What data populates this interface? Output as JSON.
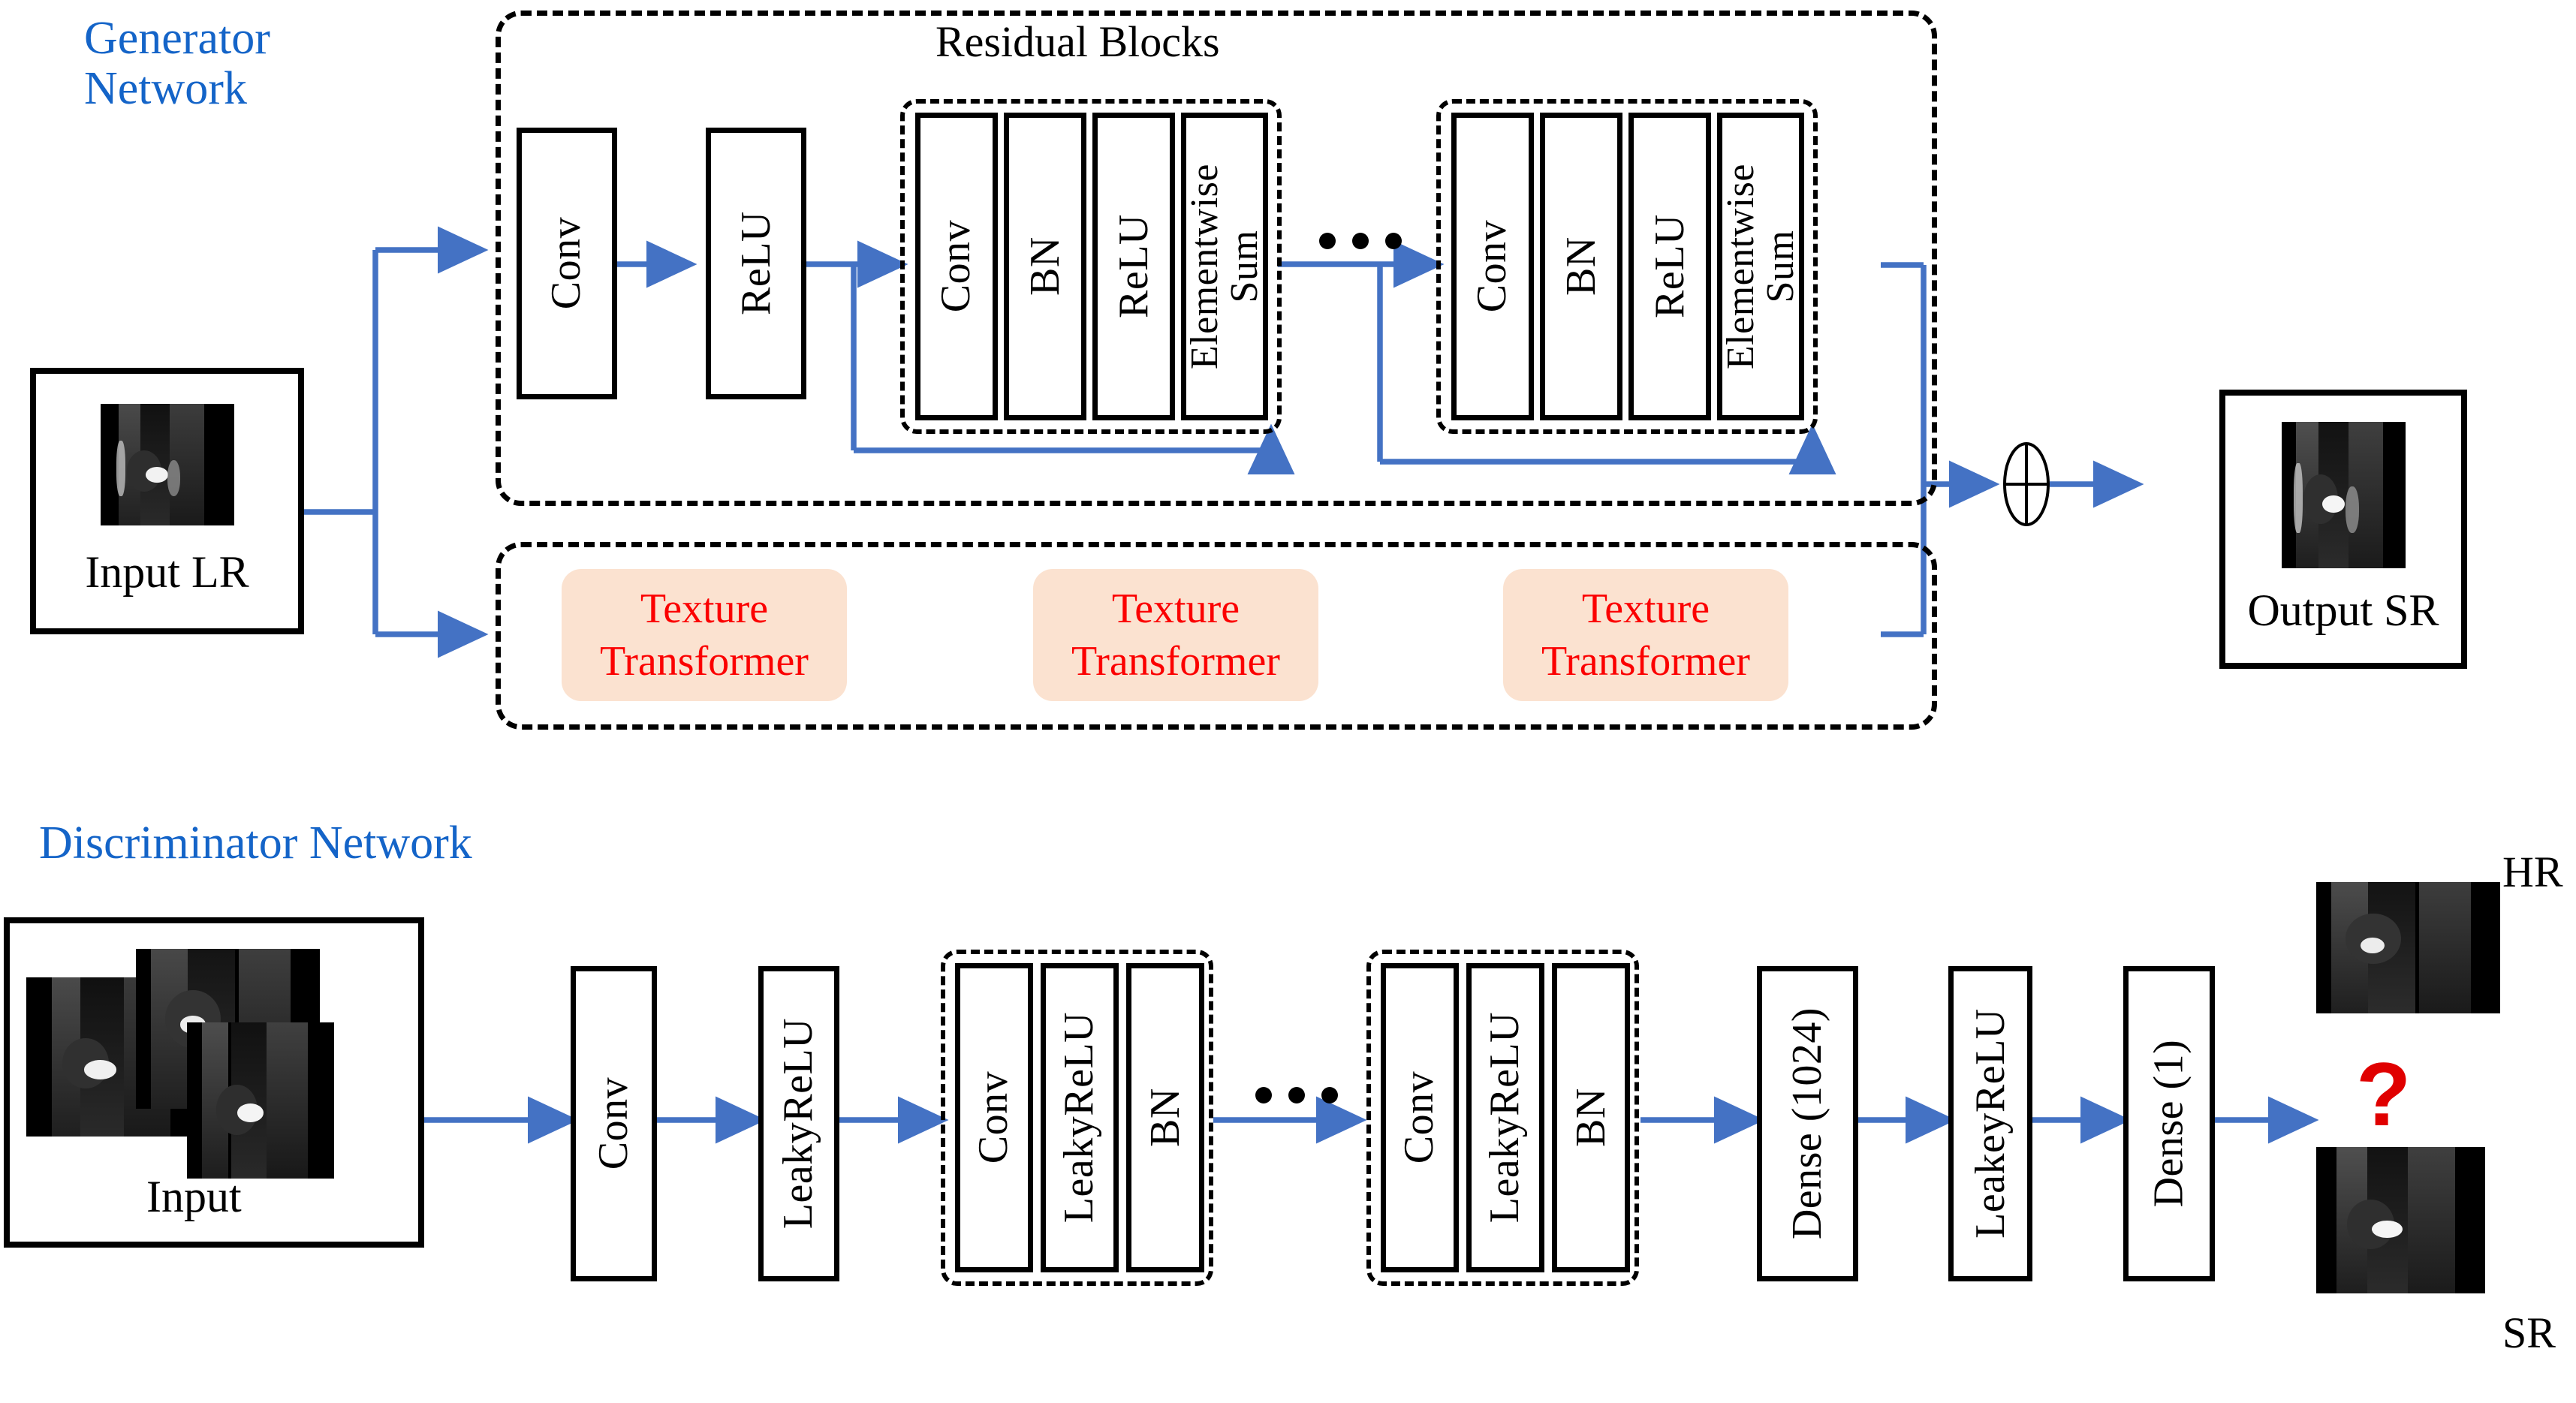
{
  "colors": {
    "accent_blue": "#4472c4",
    "title_blue": "#1464c8",
    "texture_red": "#fb0000",
    "texture_fill": "#fbe2d0",
    "question_red": "#e00000",
    "outline_black": "#000000"
  },
  "generator": {
    "title": "Generator\nNetwork",
    "residual_title": "Residual Blocks",
    "input": {
      "caption": "Input LR"
    },
    "output": {
      "caption": "Output SR"
    },
    "head_layers": [
      {
        "label": "Conv"
      },
      {
        "label": "ReLU"
      }
    ],
    "residual_blocks": [
      {
        "layers": [
          {
            "label": "Conv"
          },
          {
            "label": "BN"
          },
          {
            "label": "ReLU"
          },
          {
            "label": "Elementwise\nSum"
          }
        ]
      },
      {
        "layers": [
          {
            "label": "Conv"
          },
          {
            "label": "BN"
          },
          {
            "label": "ReLU"
          },
          {
            "label": "Elementwise\nSum"
          }
        ]
      }
    ],
    "residual_ellipsis": "•••",
    "texture_branch": [
      {
        "label": "Texture\nTransformer"
      },
      {
        "label": "Texture\nTransformer"
      },
      {
        "label": "Texture\nTransformer"
      }
    ],
    "sum_operator": "⊕"
  },
  "discriminator": {
    "title": "Discriminator Network",
    "input": {
      "caption": "Input"
    },
    "head_layers": [
      {
        "label": "Conv"
      },
      {
        "label": "LeakyReLU"
      }
    ],
    "conv_blocks": [
      {
        "layers": [
          {
            "label": "Conv"
          },
          {
            "label": "LeakyReLU"
          },
          {
            "label": "BN"
          }
        ]
      },
      {
        "layers": [
          {
            "label": "Conv"
          },
          {
            "label": "LeakyReLU"
          },
          {
            "label": "BN"
          }
        ]
      }
    ],
    "block_ellipsis": "•••",
    "tail_layers": [
      {
        "label": "Dense (1024)"
      },
      {
        "label": "LeakeyReLU"
      },
      {
        "label": "Dense (1)"
      }
    ],
    "decision": {
      "question": "?",
      "top_label": "HR",
      "bottom_label": "SR"
    }
  }
}
